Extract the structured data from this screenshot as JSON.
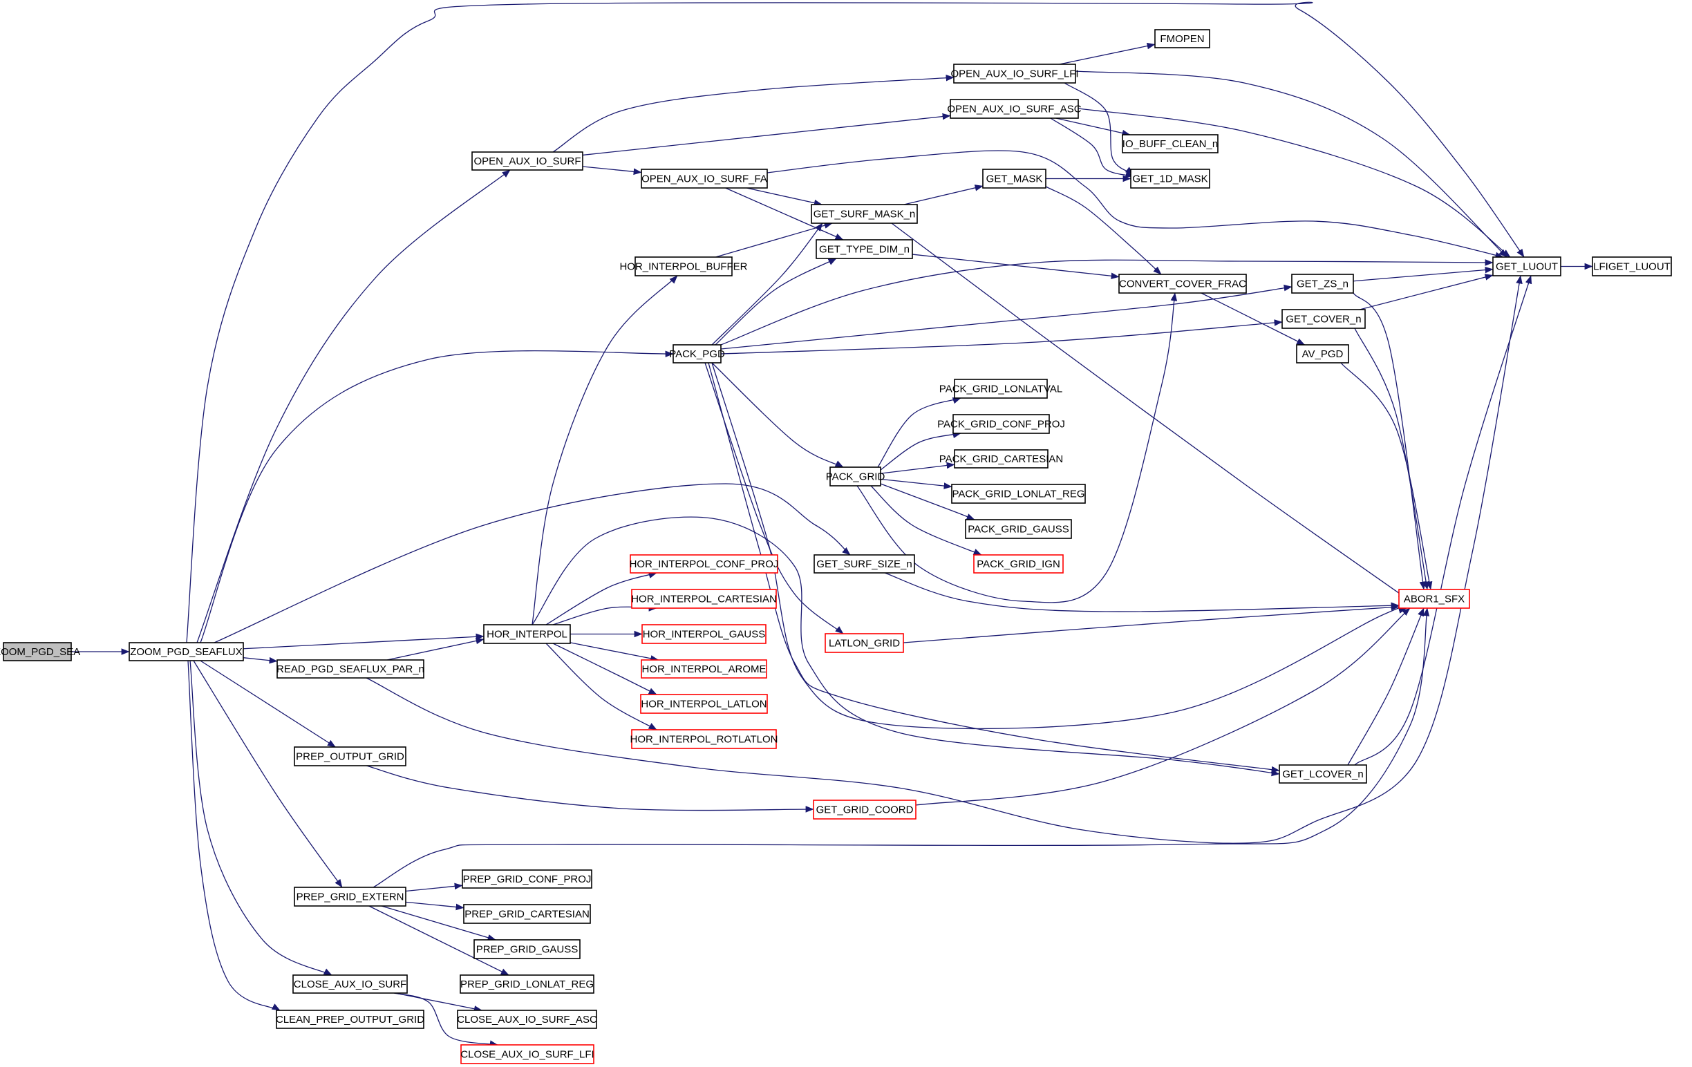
{
  "diagram": {
    "type": "call-graph",
    "root": "ZOOM_PGD_SEA",
    "colors": {
      "edge": "#191970",
      "node_border": "#000000",
      "undocumented_border": "#ff0000",
      "root_fill": "#bfbfbf",
      "node_fill": "#ffffff"
    },
    "nodes": [
      {
        "id": "ZOOM_PGD_SEA",
        "label": "ZOOM_PGD_SEA",
        "style": "root"
      },
      {
        "id": "ZOOM_PGD_SEAFLUX",
        "label": "ZOOM_PGD_SEAFLUX",
        "style": "normal"
      },
      {
        "id": "OPEN_AUX_IO_SURF",
        "label": "OPEN_AUX_IO_SURF",
        "style": "normal"
      },
      {
        "id": "OPEN_AUX_IO_SURF_LFI",
        "label": "OPEN_AUX_IO_SURF_LFI",
        "style": "normal"
      },
      {
        "id": "OPEN_AUX_IO_SURF_ASC",
        "label": "OPEN_AUX_IO_SURF_ASC",
        "style": "normal"
      },
      {
        "id": "OPEN_AUX_IO_SURF_FA",
        "label": "OPEN_AUX_IO_SURF_FA",
        "style": "normal"
      },
      {
        "id": "FMOPEN",
        "label": "FMOPEN",
        "style": "normal"
      },
      {
        "id": "IO_BUFF_CLEAN_n",
        "label": "IO_BUFF_CLEAN_n",
        "style": "normal"
      },
      {
        "id": "GET_1D_MASK",
        "label": "GET_1D_MASK",
        "style": "normal"
      },
      {
        "id": "GET_MASK",
        "label": "GET_MASK",
        "style": "normal"
      },
      {
        "id": "GET_SURF_MASK_n",
        "label": "GET_SURF_MASK_n",
        "style": "normal"
      },
      {
        "id": "GET_TYPE_DIM_n",
        "label": "GET_TYPE_DIM_n",
        "style": "normal"
      },
      {
        "id": "HOR_INTERPOL_BUFFER",
        "label": "HOR_INTERPOL_BUFFER",
        "style": "normal"
      },
      {
        "id": "CONVERT_COVER_FRAC",
        "label": "CONVERT_COVER_FRAC",
        "style": "normal"
      },
      {
        "id": "GET_ZS_n",
        "label": "GET_ZS_n",
        "style": "normal"
      },
      {
        "id": "GET_COVER_n",
        "label": "GET_COVER_n",
        "style": "normal"
      },
      {
        "id": "AV_PGD",
        "label": "AV_PGD",
        "style": "normal"
      },
      {
        "id": "GET_LUOUT",
        "label": "GET_LUOUT",
        "style": "normal"
      },
      {
        "id": "LFIGET_LUOUT",
        "label": "LFIGET_LUOUT",
        "style": "normal"
      },
      {
        "id": "PACK_PGD",
        "label": "PACK_PGD",
        "style": "normal"
      },
      {
        "id": "PACK_GRID",
        "label": "PACK_GRID",
        "style": "normal"
      },
      {
        "id": "PACK_GRID_LONLATVAL",
        "label": "PACK_GRID_LONLATVAL",
        "style": "normal"
      },
      {
        "id": "PACK_GRID_CONF_PROJ",
        "label": "PACK_GRID_CONF_PROJ",
        "style": "normal"
      },
      {
        "id": "PACK_GRID_CARTESIAN",
        "label": "PACK_GRID_CARTESIAN",
        "style": "normal"
      },
      {
        "id": "PACK_GRID_LONLAT_REG",
        "label": "PACK_GRID_LONLAT_REG",
        "style": "normal"
      },
      {
        "id": "PACK_GRID_GAUSS",
        "label": "PACK_GRID_GAUSS",
        "style": "normal"
      },
      {
        "id": "PACK_GRID_IGN",
        "label": "PACK_GRID_IGN",
        "style": "undocumented"
      },
      {
        "id": "GET_SURF_SIZE_n",
        "label": "GET_SURF_SIZE_n",
        "style": "normal"
      },
      {
        "id": "ABOR1_SFX",
        "label": "ABOR1_SFX",
        "style": "undocumented"
      },
      {
        "id": "LATLON_GRID",
        "label": "LATLON_GRID",
        "style": "undocumented"
      },
      {
        "id": "HOR_INTERPOL",
        "label": "HOR_INTERPOL",
        "style": "normal"
      },
      {
        "id": "HOR_INTERPOL_CONF_PROJ",
        "label": "HOR_INTERPOL_CONF_PROJ",
        "style": "undocumented"
      },
      {
        "id": "HOR_INTERPOL_CARTESIAN",
        "label": "HOR_INTERPOL_CARTESIAN",
        "style": "undocumented"
      },
      {
        "id": "HOR_INTERPOL_GAUSS",
        "label": "HOR_INTERPOL_GAUSS",
        "style": "undocumented"
      },
      {
        "id": "HOR_INTERPOL_AROME",
        "label": "HOR_INTERPOL_AROME",
        "style": "undocumented"
      },
      {
        "id": "HOR_INTERPOL_LATLON",
        "label": "HOR_INTERPOL_LATLON",
        "style": "undocumented"
      },
      {
        "id": "HOR_INTERPOL_ROTLATLON",
        "label": "HOR_INTERPOL_ROTLATLON",
        "style": "undocumented"
      },
      {
        "id": "READ_PGD_SEAFLUX_PAR_n",
        "label": "READ_PGD_SEAFLUX_PAR_n",
        "style": "normal"
      },
      {
        "id": "PREP_OUTPUT_GRID",
        "label": "PREP_OUTPUT_GRID",
        "style": "normal"
      },
      {
        "id": "GET_GRID_COORD",
        "label": "GET_GRID_COORD",
        "style": "undocumented"
      },
      {
        "id": "GET_LCOVER_n",
        "label": "GET_LCOVER_n",
        "style": "normal"
      },
      {
        "id": "PREP_GRID_EXTERN",
        "label": "PREP_GRID_EXTERN",
        "style": "normal"
      },
      {
        "id": "PREP_GRID_CONF_PROJ",
        "label": "PREP_GRID_CONF_PROJ",
        "style": "normal"
      },
      {
        "id": "PREP_GRID_CARTESIAN",
        "label": "PREP_GRID_CARTESIAN",
        "style": "normal"
      },
      {
        "id": "PREP_GRID_GAUSS",
        "label": "PREP_GRID_GAUSS",
        "style": "normal"
      },
      {
        "id": "PREP_GRID_LONLAT_REG",
        "label": "PREP_GRID_LONLAT_REG",
        "style": "normal"
      },
      {
        "id": "CLOSE_AUX_IO_SURF",
        "label": "CLOSE_AUX_IO_SURF",
        "style": "normal"
      },
      {
        "id": "CLEAN_PREP_OUTPUT_GRID",
        "label": "CLEAN_PREP_OUTPUT_GRID",
        "style": "normal"
      },
      {
        "id": "CLOSE_AUX_IO_SURF_ASC",
        "label": "CLOSE_AUX_IO_SURF_ASC",
        "style": "normal"
      },
      {
        "id": "CLOSE_AUX_IO_SURF_LFI",
        "label": "CLOSE_AUX_IO_SURF_LFI",
        "style": "undocumented"
      }
    ],
    "edges": [
      [
        "ZOOM_PGD_SEA",
        "ZOOM_PGD_SEAFLUX"
      ],
      [
        "ZOOM_PGD_SEAFLUX",
        "OPEN_AUX_IO_SURF"
      ],
      [
        "ZOOM_PGD_SEAFLUX",
        "GET_LUOUT"
      ],
      [
        "ZOOM_PGD_SEAFLUX",
        "PACK_PGD"
      ],
      [
        "ZOOM_PGD_SEAFLUX",
        "GET_SURF_SIZE_n"
      ],
      [
        "ZOOM_PGD_SEAFLUX",
        "HOR_INTERPOL"
      ],
      [
        "ZOOM_PGD_SEAFLUX",
        "READ_PGD_SEAFLUX_PAR_n"
      ],
      [
        "ZOOM_PGD_SEAFLUX",
        "PREP_OUTPUT_GRID"
      ],
      [
        "ZOOM_PGD_SEAFLUX",
        "PREP_GRID_EXTERN"
      ],
      [
        "ZOOM_PGD_SEAFLUX",
        "CLOSE_AUX_IO_SURF"
      ],
      [
        "ZOOM_PGD_SEAFLUX",
        "CLEAN_PREP_OUTPUT_GRID"
      ],
      [
        "OPEN_AUX_IO_SURF",
        "OPEN_AUX_IO_SURF_LFI"
      ],
      [
        "OPEN_AUX_IO_SURF",
        "OPEN_AUX_IO_SURF_ASC"
      ],
      [
        "OPEN_AUX_IO_SURF",
        "OPEN_AUX_IO_SURF_FA"
      ],
      [
        "OPEN_AUX_IO_SURF_LFI",
        "FMOPEN"
      ],
      [
        "OPEN_AUX_IO_SURF_LFI",
        "GET_LUOUT"
      ],
      [
        "OPEN_AUX_IO_SURF_LFI",
        "GET_1D_MASK"
      ],
      [
        "OPEN_AUX_IO_SURF_ASC",
        "GET_LUOUT"
      ],
      [
        "OPEN_AUX_IO_SURF_ASC",
        "IO_BUFF_CLEAN_n"
      ],
      [
        "OPEN_AUX_IO_SURF_ASC",
        "GET_1D_MASK"
      ],
      [
        "OPEN_AUX_IO_SURF_FA",
        "GET_LUOUT"
      ],
      [
        "OPEN_AUX_IO_SURF_FA",
        "GET_SURF_MASK_n"
      ],
      [
        "OPEN_AUX_IO_SURF_FA",
        "GET_TYPE_DIM_n"
      ],
      [
        "GET_SURF_MASK_n",
        "GET_MASK"
      ],
      [
        "GET_SURF_MASK_n",
        "ABOR1_SFX"
      ],
      [
        "GET_MASK",
        "GET_1D_MASK"
      ],
      [
        "GET_MASK",
        "CONVERT_COVER_FRAC"
      ],
      [
        "GET_TYPE_DIM_n",
        "CONVERT_COVER_FRAC"
      ],
      [
        "HOR_INTERPOL_BUFFER",
        "GET_SURF_MASK_n"
      ],
      [
        "CONVERT_COVER_FRAC",
        "AV_PGD"
      ],
      [
        "GET_ZS_n",
        "GET_LUOUT"
      ],
      [
        "GET_ZS_n",
        "ABOR1_SFX"
      ],
      [
        "GET_COVER_n",
        "GET_LUOUT"
      ],
      [
        "GET_COVER_n",
        "ABOR1_SFX"
      ],
      [
        "AV_PGD",
        "ABOR1_SFX"
      ],
      [
        "GET_LUOUT",
        "LFIGET_LUOUT"
      ],
      [
        "PACK_PGD",
        "GET_SURF_MASK_n"
      ],
      [
        "PACK_PGD",
        "GET_TYPE_DIM_n"
      ],
      [
        "PACK_PGD",
        "GET_LUOUT"
      ],
      [
        "PACK_PGD",
        "GET_ZS_n"
      ],
      [
        "PACK_PGD",
        "GET_COVER_n"
      ],
      [
        "PACK_PGD",
        "PACK_GRID"
      ],
      [
        "PACK_PGD",
        "LATLON_GRID"
      ],
      [
        "PACK_PGD",
        "GET_LCOVER_n"
      ],
      [
        "PACK_PGD",
        "ABOR1_SFX"
      ],
      [
        "PACK_GRID",
        "PACK_GRID_LONLATVAL"
      ],
      [
        "PACK_GRID",
        "PACK_GRID_CONF_PROJ"
      ],
      [
        "PACK_GRID",
        "PACK_GRID_CARTESIAN"
      ],
      [
        "PACK_GRID",
        "PACK_GRID_LONLAT_REG"
      ],
      [
        "PACK_GRID",
        "PACK_GRID_GAUSS"
      ],
      [
        "PACK_GRID",
        "PACK_GRID_IGN"
      ],
      [
        "PACK_GRID",
        "CONVERT_COVER_FRAC"
      ],
      [
        "GET_SURF_SIZE_n",
        "ABOR1_SFX"
      ],
      [
        "LATLON_GRID",
        "ABOR1_SFX"
      ],
      [
        "HOR_INTERPOL",
        "HOR_INTERPOL_BUFFER"
      ],
      [
        "HOR_INTERPOL",
        "HOR_INTERPOL_CONF_PROJ"
      ],
      [
        "HOR_INTERPOL",
        "HOR_INTERPOL_CARTESIAN"
      ],
      [
        "HOR_INTERPOL",
        "HOR_INTERPOL_GAUSS"
      ],
      [
        "HOR_INTERPOL",
        "HOR_INTERPOL_AROME"
      ],
      [
        "HOR_INTERPOL",
        "HOR_INTERPOL_LATLON"
      ],
      [
        "HOR_INTERPOL",
        "HOR_INTERPOL_ROTLATLON"
      ],
      [
        "HOR_INTERPOL",
        "GET_LCOVER_n"
      ],
      [
        "READ_PGD_SEAFLUX_PAR_n",
        "HOR_INTERPOL"
      ],
      [
        "READ_PGD_SEAFLUX_PAR_n",
        "GET_LUOUT"
      ],
      [
        "PREP_OUTPUT_GRID",
        "GET_GRID_COORD"
      ],
      [
        "GET_GRID_COORD",
        "ABOR1_SFX"
      ],
      [
        "GET_LCOVER_n",
        "GET_LUOUT"
      ],
      [
        "GET_LCOVER_n",
        "ABOR1_SFX"
      ],
      [
        "PREP_GRID_EXTERN",
        "PREP_GRID_CONF_PROJ"
      ],
      [
        "PREP_GRID_EXTERN",
        "PREP_GRID_CARTESIAN"
      ],
      [
        "PREP_GRID_EXTERN",
        "PREP_GRID_GAUSS"
      ],
      [
        "PREP_GRID_EXTERN",
        "PREP_GRID_LONLAT_REG"
      ],
      [
        "PREP_GRID_EXTERN",
        "ABOR1_SFX"
      ],
      [
        "CLOSE_AUX_IO_SURF",
        "CLOSE_AUX_IO_SURF_ASC"
      ],
      [
        "CLOSE_AUX_IO_SURF",
        "CLOSE_AUX_IO_SURF_LFI"
      ]
    ]
  }
}
